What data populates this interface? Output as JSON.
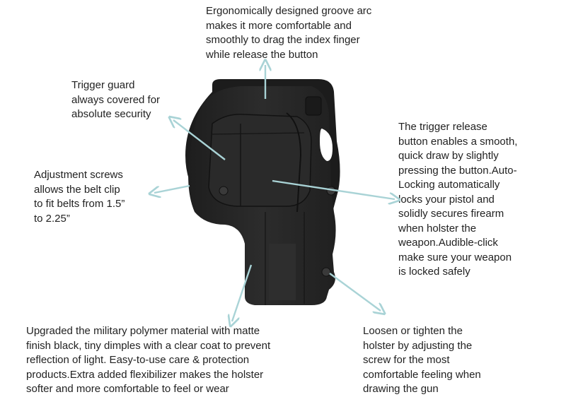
{
  "product": {
    "name": "holster",
    "body_color": "#262626",
    "highlight_color": "#3a3a3a",
    "arrow_color": "#a9d3d6"
  },
  "callouts": [
    {
      "id": "groove-arc",
      "text": "Ergonomically designed groove arc\nmakes it more comfortable and\nsmoothly to drag the index finger\nwhile release the button"
    },
    {
      "id": "trigger-guard",
      "text": "Trigger guard\nalways covered for\nabsolute security"
    },
    {
      "id": "adjustment-screws",
      "text": "Adjustment screws\nallows the belt clip\nto fit belts from 1.5”\nto 2.25”"
    },
    {
      "id": "trigger-release",
      "text": "The trigger release\nbutton enables a smooth,\nquick draw by slightly\npressing the button.Auto-\nLocking automatically\nlocks your pistol and\nsolidly secures firearm\nwhen holster the\nweapon.Audible-click\nmake sure your weapon\nis locked safely"
    },
    {
      "id": "polymer-material",
      "text": "Upgraded the military polymer material with matte\nfinish black, tiny dimples with a clear coat to prevent\nreflection of light. Easy-to-use care & protection\nproducts.Extra added flexibilizer makes the holster\nsofter and more comfortable to feel or wear"
    },
    {
      "id": "tension-screw",
      "text": "Loosen or tighten the\nholster by adjusting the\nscrew for the most\ncomfortable feeling when\ndrawing the gun"
    }
  ]
}
